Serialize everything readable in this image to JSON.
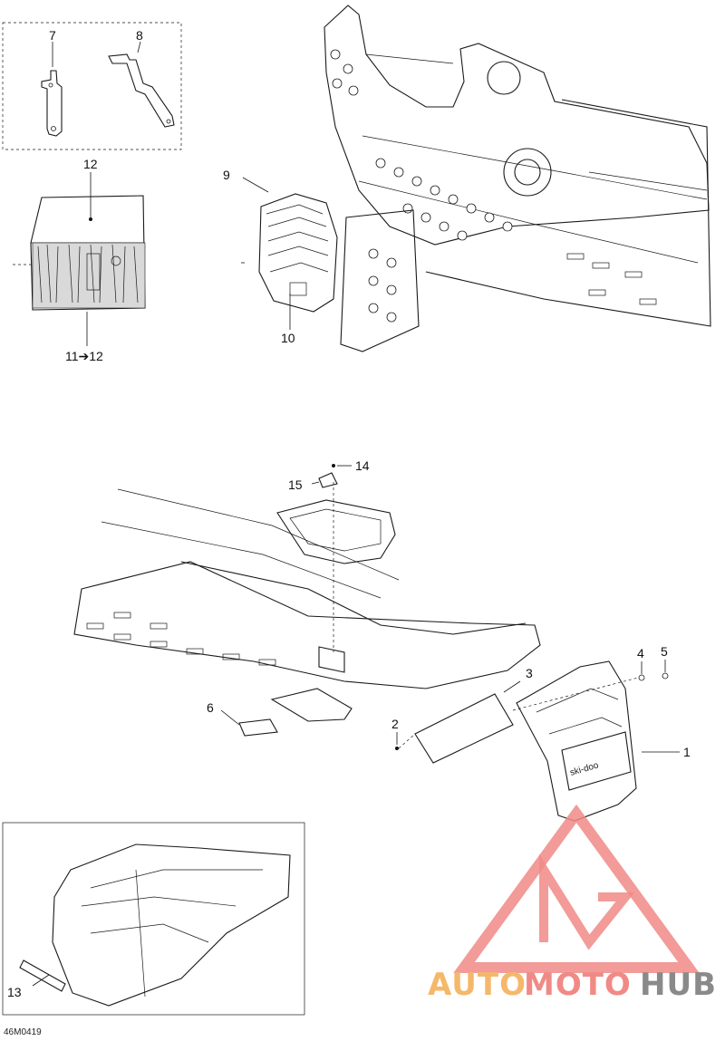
{
  "diagram_code": "46M0419",
  "callouts": {
    "c1": "1",
    "c2": "2",
    "c3": "3",
    "c4": "4",
    "c5": "5",
    "c6": "6",
    "c7": "7",
    "c8": "8",
    "c9": "9",
    "c10": "10",
    "c11_12": "11➔12",
    "c12": "12",
    "c13": "13",
    "c14": "14",
    "c15": "15"
  },
  "watermark": {
    "text_part1": "AUTO",
    "text_part2": "MOTO",
    "text_part3": "HUB",
    "color_orange": "#f5b86a",
    "color_red": "#f08a86",
    "color_gray": "#8a8a8a"
  },
  "logo_plate_text": "ski-doo"
}
